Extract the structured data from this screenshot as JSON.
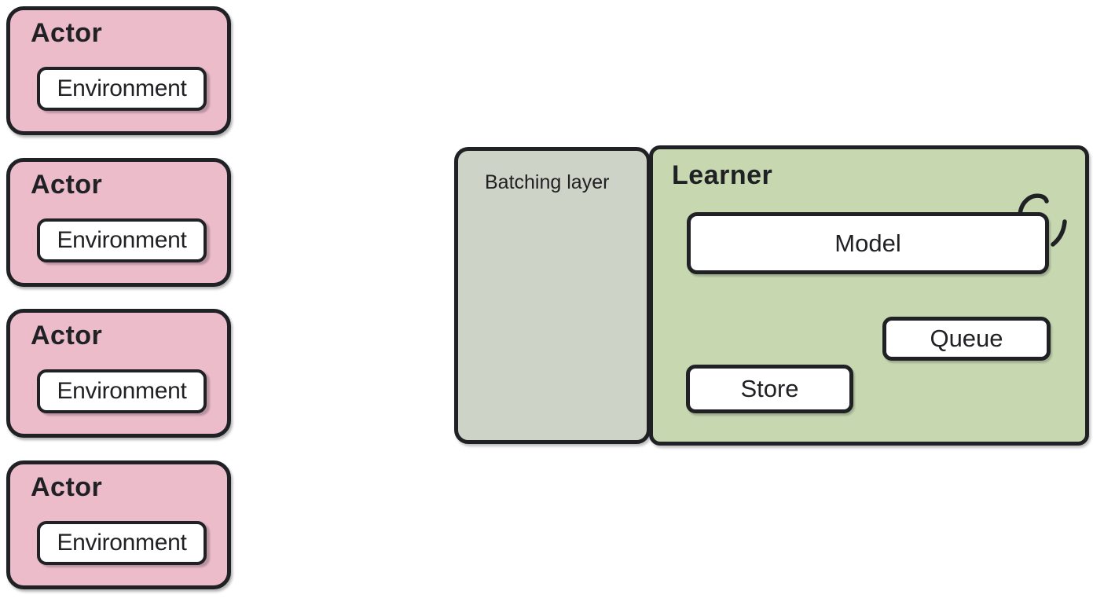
{
  "diagram": {
    "actors": [
      {
        "title": "Actor",
        "environment_label": "Environment"
      },
      {
        "title": "Actor",
        "environment_label": "Environment"
      },
      {
        "title": "Actor",
        "environment_label": "Environment"
      },
      {
        "title": "Actor",
        "environment_label": "Environment"
      }
    ],
    "batching_layer": {
      "label": "Batching layer"
    },
    "learner": {
      "title": "Learner",
      "model_label": "Model",
      "queue_label": "Queue",
      "store_label": "Store"
    },
    "colors": {
      "actor_fill": "#ecbccb",
      "batching_fill": "#cdd3c6",
      "learner_fill": "#c7d8b1",
      "box_fill": "#ffffff",
      "border": "#202124",
      "text": "#202124",
      "background": "#ffffff"
    }
  }
}
